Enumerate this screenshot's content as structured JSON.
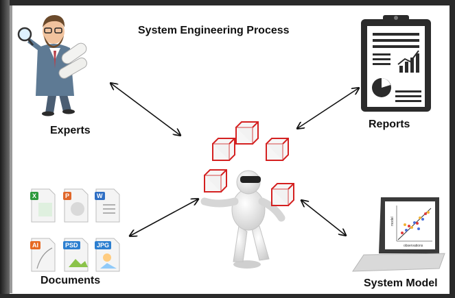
{
  "title": "System Engineering Process",
  "labels": {
    "experts": "Experts",
    "reports": "Reports",
    "documents": "Documents",
    "system_model": "System Model"
  },
  "document_icons": [
    {
      "tag": "X",
      "color": "#2e9a3e"
    },
    {
      "tag": "P",
      "color": "#e0672a"
    },
    {
      "tag": "W",
      "color": "#2f6fc4"
    },
    {
      "tag": "AI",
      "color": "#e66a23"
    },
    {
      "tag": "PSD",
      "color": "#2c7fd0"
    },
    {
      "tag": "JPG",
      "color": "#2c7fd0"
    }
  ],
  "laptop_chart": {
    "ylabel": "model",
    "xlabel": "observations"
  },
  "colors": {
    "cube_edges": "#d42020",
    "frame_dark": "#3a3a3a",
    "arrow": "#111111"
  }
}
